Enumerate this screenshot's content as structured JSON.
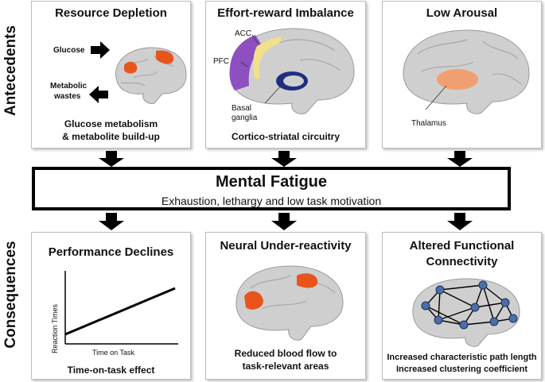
{
  "side_labels": {
    "antecedents": "Antecedents",
    "consequences": "Consequences"
  },
  "central": {
    "title": "Mental Fatigue",
    "subtitle": "Exhaustion, lethargy and low task motivation"
  },
  "antecedents": [
    {
      "title": "Resource Depletion",
      "caption_line1": "Glucose metabolism",
      "caption_line2": "& metabolite build-up",
      "labels": {
        "glucose": "Glucose",
        "metabolic_line1": "Metabolic",
        "metabolic_line2": "wastes"
      }
    },
    {
      "title": "Effort-reward Imbalance",
      "caption": "Cortico-striatal circuitry",
      "labels": {
        "acc": "ACC",
        "pfc": "PFC",
        "basal_line1": "Basal",
        "basal_line2": "ganglia"
      }
    },
    {
      "title": "Low Arousal",
      "labels": {
        "thalamus": "Thalamus"
      }
    }
  ],
  "consequences": [
    {
      "title": "Performance Declines",
      "caption": "Time-on-task effect",
      "graph": {
        "ylabel": "Reaction Times",
        "xlabel": "Time on Task"
      }
    },
    {
      "title": "Neural Under-reactivity",
      "caption_line1": "Reduced blood flow to",
      "caption_line2": "task-relevant areas"
    },
    {
      "title_line1": "Altered Functional",
      "title_line2": "Connectivity",
      "caption_line1": "Increased characteristic path length",
      "caption_line2": "Increased clustering coefficient"
    }
  ],
  "colors": {
    "brain": "#cfcfcf",
    "activation": "#e8551c",
    "pfc": "#8e4fc0",
    "acc": "#f2e08a",
    "basal_ganglia": "#1e2f80",
    "thalamus": "#f0a070",
    "node": "#4a6fa8"
  }
}
